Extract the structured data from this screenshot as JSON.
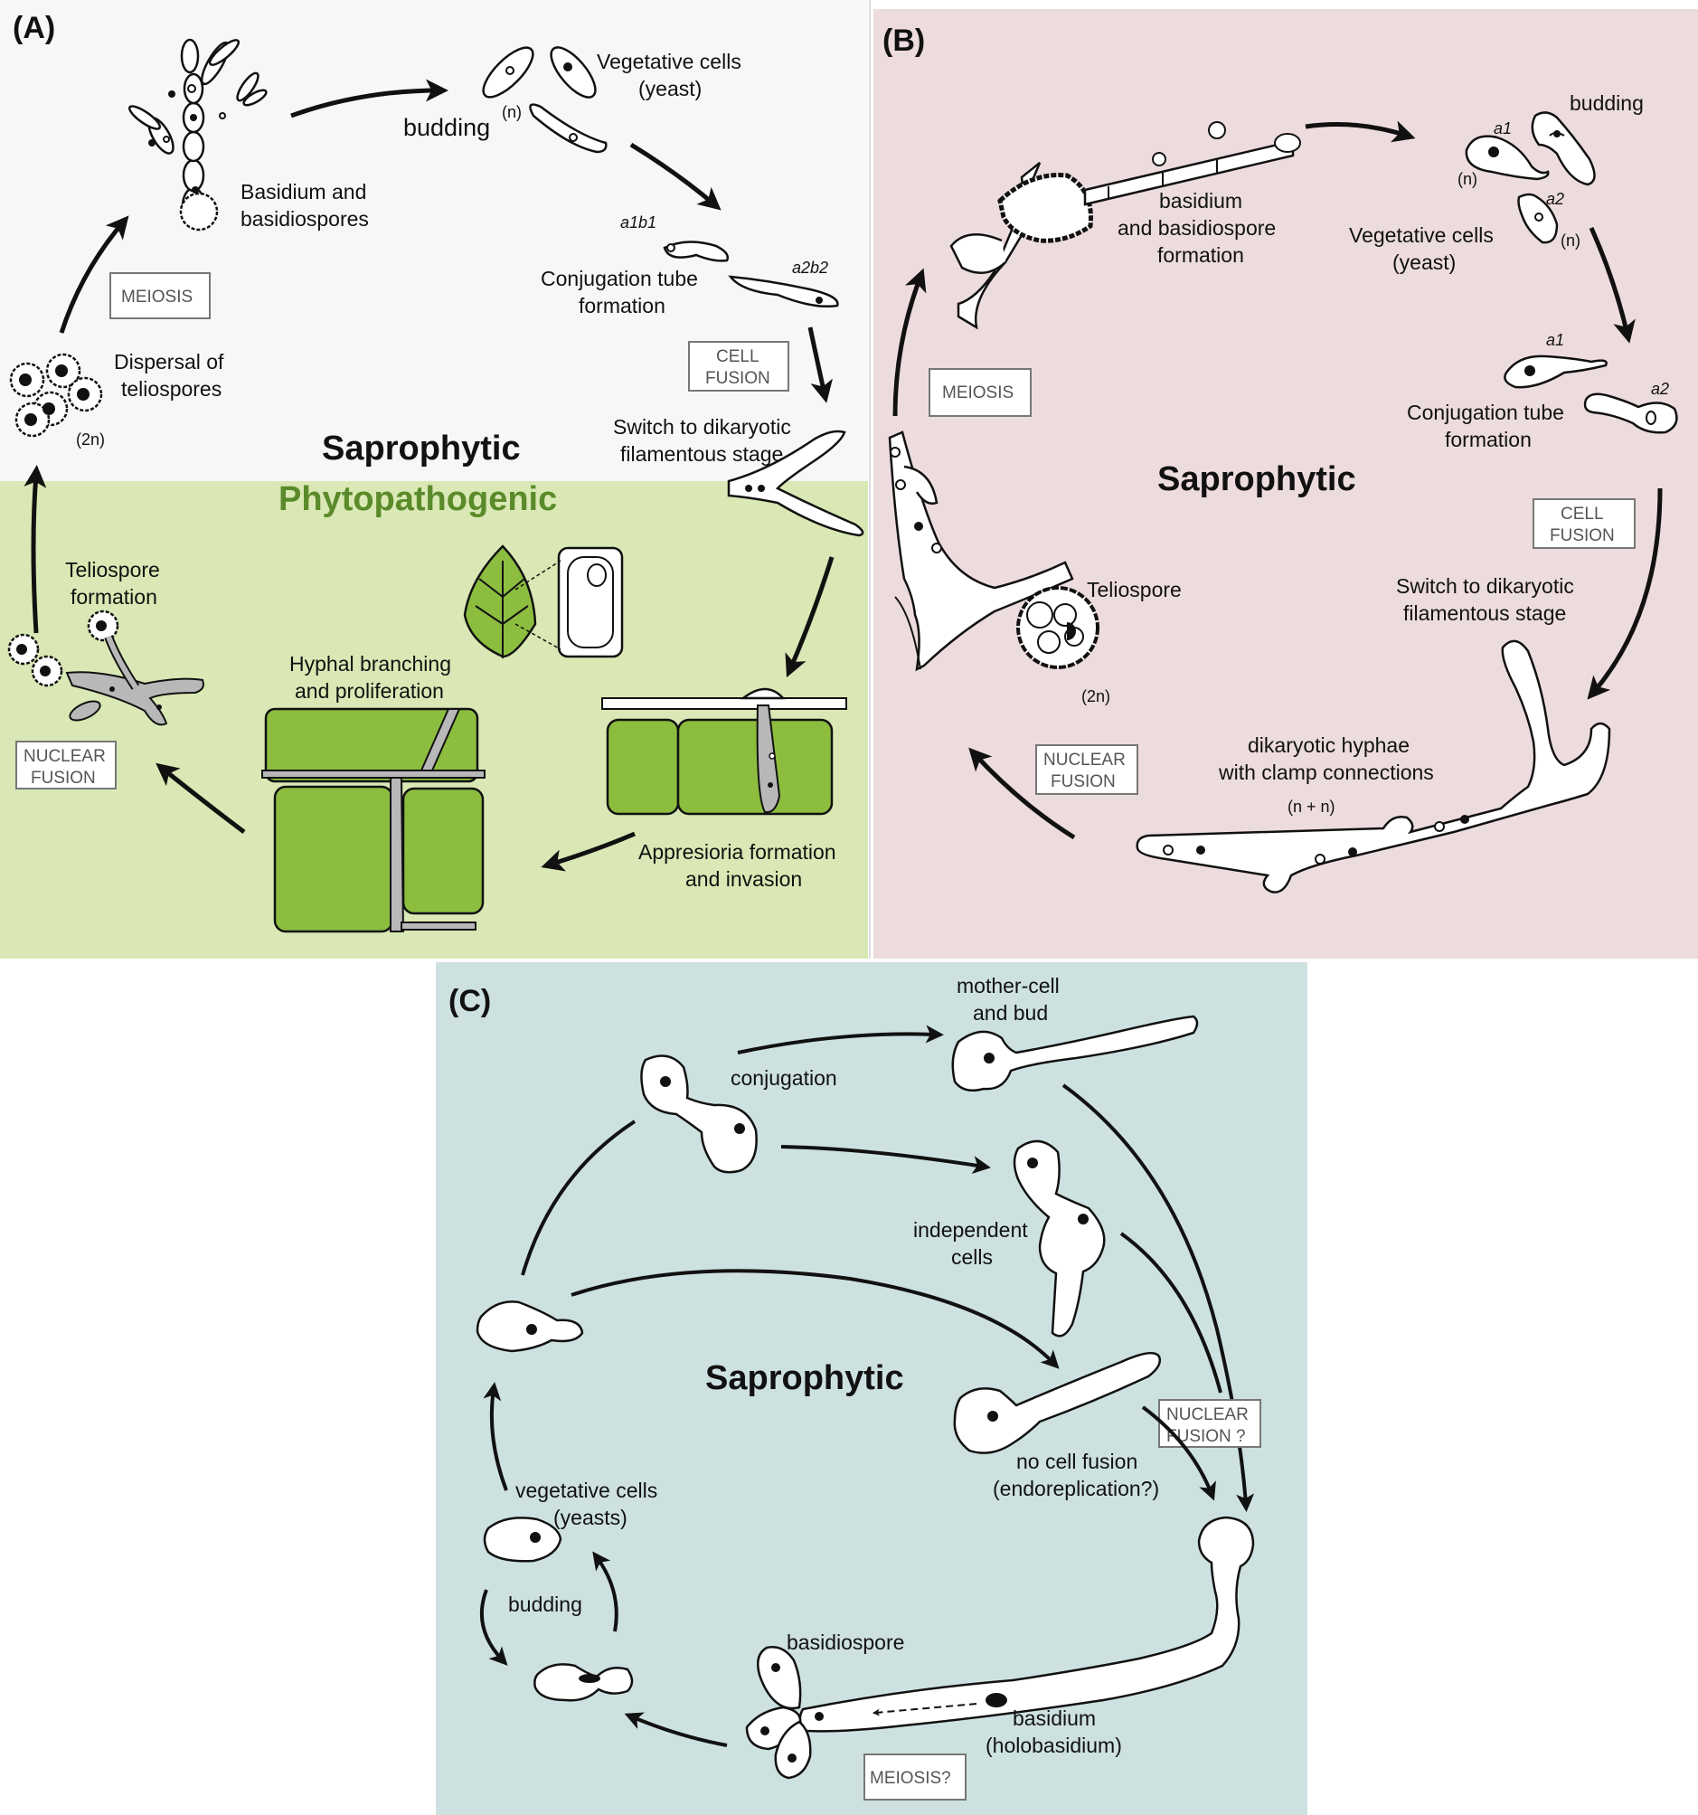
{
  "panelA": {
    "letter": "(A)",
    "saprophytic": "Saprophytic",
    "phytopathogenic": "Phytopathogenic",
    "basidium": [
      "Basidium and",
      "basidiospores"
    ],
    "budding": "budding",
    "budding_ploidy": "(n)",
    "vegetative": [
      "Vegetative cells",
      "(yeast)"
    ],
    "a1b1": "a1b1",
    "a2b2": "a2b2",
    "conjugation": [
      "Conjugation tube",
      "formation"
    ],
    "meiosis": "MEIOSIS",
    "cell_fusion": [
      "CELL",
      "FUSION"
    ],
    "dispersal": [
      "Dispersal of",
      "teliospores"
    ],
    "ploidy_2n": "(2n)",
    "switch": [
      "Switch to dikaryotic",
      "filamentous stage"
    ],
    "teliospore": [
      "Teliospore",
      "formation"
    ],
    "hyphal": [
      "Hyphal branching",
      "and proliferation"
    ],
    "nuclear_fusion": [
      "NUCLEAR",
      "FUSION"
    ],
    "appresioria": [
      "Appresioria formation",
      "and invasion"
    ],
    "colors": {
      "saprophytic_bg": "#f7f7f5",
      "phyto_bg": "#d9e8b4",
      "phyto_text": "#5a8a2a",
      "leaf": "#8cbd3f",
      "hypha": "#b8b8b8"
    }
  },
  "panelB": {
    "letter": "(B)",
    "saprophytic": "Saprophytic",
    "basidium": [
      "basidium",
      "and basidiospore",
      "formation"
    ],
    "budding": "budding",
    "a1": "a1",
    "a2": "a2",
    "ploidy_n": "(n)",
    "vegetative": [
      "Vegetative cells",
      "(yeast)"
    ],
    "meiosis": "MEIOSIS",
    "conjugation": [
      "Conjugation tube",
      "formation"
    ],
    "cell_fusion": [
      "CELL",
      "FUSION"
    ],
    "teliospore": "Teliospore",
    "ploidy_2n": "(2n)",
    "switch": [
      "Switch to dikaryotic",
      "filamentous stage"
    ],
    "nuclear_fusion": [
      "NUCLEAR",
      "FUSION"
    ],
    "dikaryotic": [
      "dikaryotic hyphae",
      "with clamp connections"
    ],
    "ploidy_nn": "(n + n)",
    "colors": {
      "bg": "#eddcdd"
    }
  },
  "panelC": {
    "letter": "(C)",
    "saprophytic": "Saprophytic",
    "mother": [
      "mother-cell",
      "and bud"
    ],
    "conjugation": "conjugation",
    "independent": [
      "independent",
      "cells"
    ],
    "nuclear_fusion": [
      "NUCLEAR",
      "FUSION ?"
    ],
    "no_fusion": [
      "no cell fusion",
      "(endoreplication?)"
    ],
    "vegetative": [
      "vegetative cells",
      "(yeasts)"
    ],
    "budding": "budding",
    "basidiospore": "basidiospore",
    "basidium": [
      "basidium",
      "(holobasidium)"
    ],
    "meiosis": "MEIOSIS?",
    "colors": {
      "bg": "#cde1e0"
    }
  }
}
